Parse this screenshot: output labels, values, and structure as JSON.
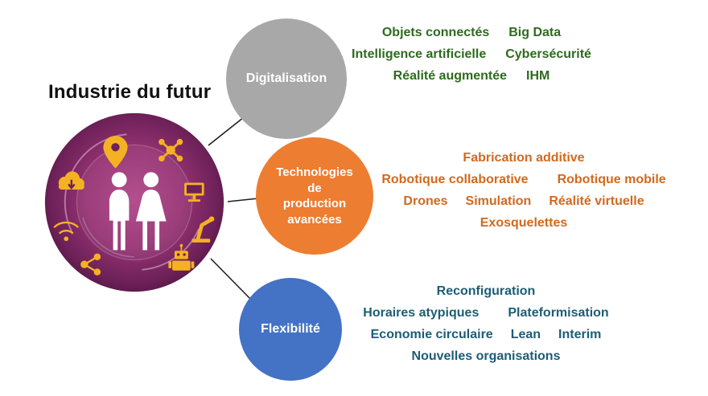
{
  "title": "Industrie du futur",
  "hub": {
    "figures": [
      "male-silhouette",
      "female-silhouette"
    ],
    "icons": [
      "location-pin",
      "drone",
      "cloud-download",
      "monitor",
      "wifi",
      "robot-arm",
      "share-network",
      "robot"
    ],
    "colors": {
      "center": "#a83b80",
      "edge": "#471038",
      "icons": "#f4b223"
    }
  },
  "categories": [
    {
      "id": "digitalisation",
      "label_lines": [
        "Digitalisation"
      ],
      "circle_color": "#a8a8a8",
      "keyword_color": "#2f6a1f",
      "rows": [
        [
          "Objets connectés",
          "Big Data"
        ],
        [
          "Intelligence artificielle",
          "Cybersécurité"
        ],
        [
          "Réalité augmentée",
          "IHM"
        ]
      ]
    },
    {
      "id": "technologies-production-avancees",
      "label_lines": [
        "Technologies",
        "de",
        "production",
        "avancées"
      ],
      "circle_color": "#ed7d31",
      "keyword_color": "#d2691e",
      "rows": [
        [
          "Fabrication additive"
        ],
        [
          "Robotique collaborative",
          "Robotique mobile"
        ],
        [
          "Drones",
          "Simulation",
          "Réalité virtuelle"
        ],
        [
          "Exosquelettes"
        ]
      ]
    },
    {
      "id": "flexibilite",
      "label_lines": [
        "Flexibilité"
      ],
      "circle_color": "#4472c4",
      "keyword_color": "#1d5d75",
      "rows": [
        [
          "Reconfiguration"
        ],
        [
          "Horaires atypiques",
          "Plateformisation"
        ],
        [
          "Economie circulaire",
          "Lean",
          "Interim"
        ],
        [
          "Nouvelles organisations"
        ]
      ]
    }
  ]
}
